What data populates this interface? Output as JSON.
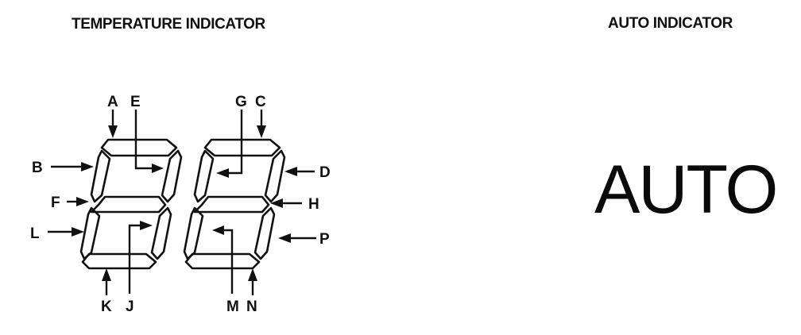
{
  "titles": {
    "temperature": "TEMPERATURE INDICATOR",
    "auto": "AUTO INDICATOR"
  },
  "auto_display": "AUTO",
  "segment_labels": {
    "A": "A",
    "B": "B",
    "C": "C",
    "D": "D",
    "E": "E",
    "F": "F",
    "G": "G",
    "H": "H",
    "J": "J",
    "K": "K",
    "L": "L",
    "M": "M",
    "N": "N",
    "P": "P"
  },
  "colors": {
    "ink": "#111111",
    "background": "#ffffff"
  }
}
